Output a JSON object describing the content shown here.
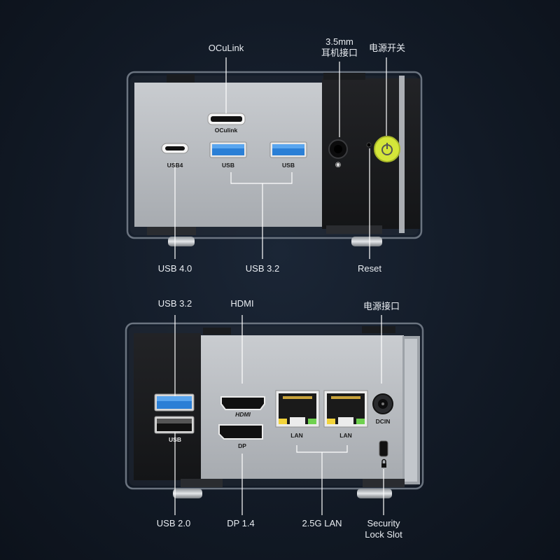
{
  "top_panel": {
    "callouts": {
      "oculink": "OCuLink",
      "audio": "3.5mm",
      "audio_cn": "耳机接口",
      "power": "电源开关",
      "usb4": "USB 4.0",
      "usb32": "USB 3.2",
      "reset": "Reset"
    },
    "port_labels": {
      "oculink": "OCulink",
      "usb4": "USB4",
      "usb_a": "USB",
      "usb_b": "USB"
    }
  },
  "bottom_panel": {
    "callouts": {
      "usb32": "USB 3.2",
      "hdmi": "HDMI",
      "dc": "电源接口",
      "usb20": "USB 2.0",
      "dp": "DP 1.4",
      "lan": "2.5G LAN",
      "lock_line1": "Security",
      "lock_line2": "Lock Slot"
    },
    "port_labels": {
      "usb": "USB",
      "hdmi": "HDMI",
      "dp": "DP",
      "lan1": "LAN",
      "lan2": "LAN",
      "dcin": "DCIN"
    }
  },
  "colors": {
    "background": "#121a26",
    "panel_silver": "#b9bcc0",
    "panel_dark": "#1c1c1e",
    "usb3_blue": "#2b7fd6",
    "power_button": "#d4e63a"
  }
}
